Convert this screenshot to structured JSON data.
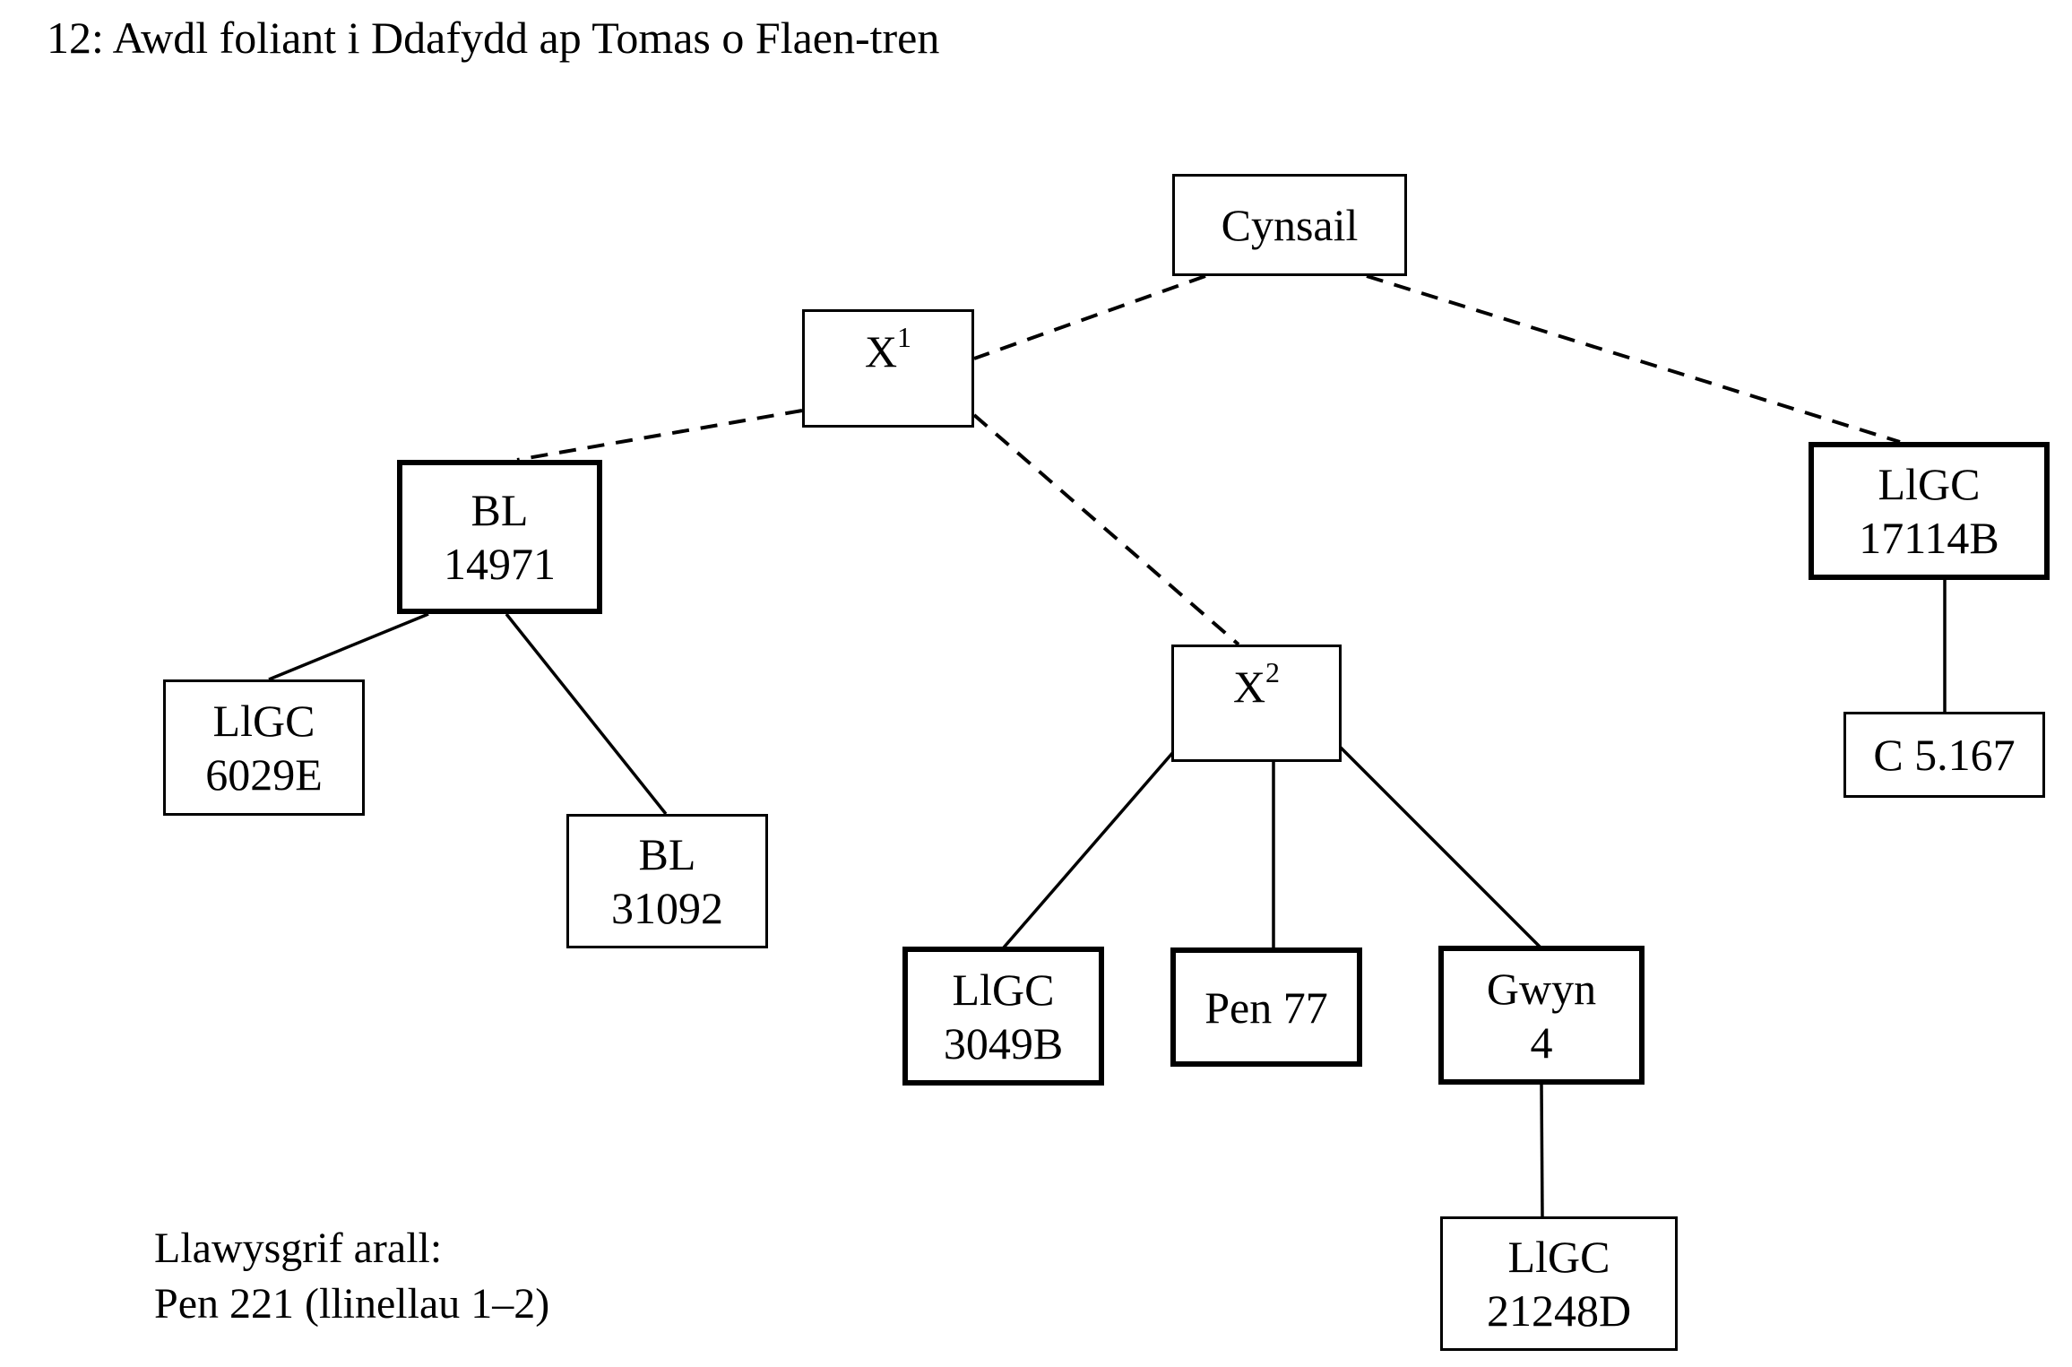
{
  "title": "12: Awdl foliant i Ddafydd ap Tomas o Flaen-tren",
  "note": {
    "line1": "Llawysgrif arall:",
    "line2": "Pen 221 (llinellau 1–2)"
  },
  "colors": {
    "ink": "#000000",
    "background": "#ffffff"
  },
  "diagram": {
    "nodes": {
      "cynsail": {
        "line1": "Cynsail",
        "emphasis": false
      },
      "x1": {
        "base": "X",
        "sup": "1",
        "emphasis": false
      },
      "bl14971": {
        "line1": "BL",
        "line2": "14971",
        "emphasis": true
      },
      "llgc17114b": {
        "line1": "LlGC",
        "line2": "17114B",
        "emphasis": true
      },
      "x2": {
        "base": "X",
        "sup": "2",
        "emphasis": false
      },
      "llgc6029e": {
        "line1": "LlGC",
        "line2": "6029E",
        "emphasis": false
      },
      "bl31092": {
        "line1": "BL",
        "line2": "31092",
        "emphasis": false
      },
      "llgc3049b": {
        "line1": "LlGC",
        "line2": "3049B",
        "emphasis": true
      },
      "pen77": {
        "line1": "Pen 77",
        "emphasis": true
      },
      "gwyn4": {
        "line1": "Gwyn",
        "line2": "4",
        "emphasis": true
      },
      "llgc21248d": {
        "line1": "LlGC",
        "line2": "21248D",
        "emphasis": false
      },
      "c5167": {
        "line1": "C 5.167",
        "emphasis": false
      }
    },
    "edges": [
      {
        "from": "cynsail",
        "to": "x1",
        "style": "dashed"
      },
      {
        "from": "cynsail",
        "to": "llgc17114b",
        "style": "dashed"
      },
      {
        "from": "x1",
        "to": "bl14971",
        "style": "dashed"
      },
      {
        "from": "x1",
        "to": "x2",
        "style": "dashed"
      },
      {
        "from": "bl14971",
        "to": "llgc6029e",
        "style": "solid"
      },
      {
        "from": "bl14971",
        "to": "bl31092",
        "style": "solid"
      },
      {
        "from": "x2",
        "to": "llgc3049b",
        "style": "solid"
      },
      {
        "from": "x2",
        "to": "pen77",
        "style": "solid"
      },
      {
        "from": "x2",
        "to": "gwyn4",
        "style": "solid"
      },
      {
        "from": "gwyn4",
        "to": "llgc21248d",
        "style": "solid"
      },
      {
        "from": "llgc17114b",
        "to": "c5167",
        "style": "solid"
      }
    ]
  }
}
